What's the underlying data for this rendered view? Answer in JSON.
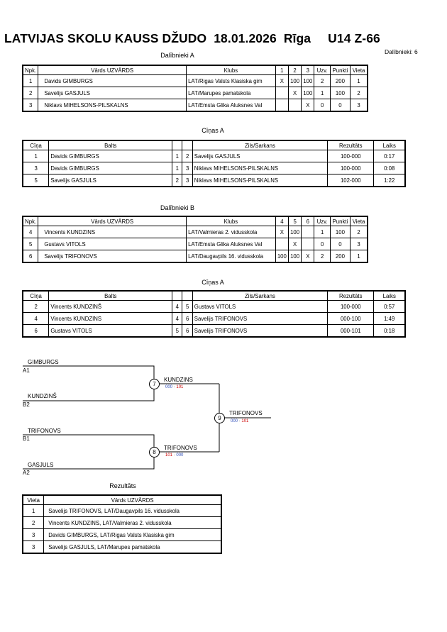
{
  "header": {
    "event": "LATVIJAS SKOLU KAUSS DŽUDO",
    "date": "18.01.2026",
    "city": "Rīga",
    "category": "U14 Z-66",
    "participants_count": "Dalībnieki: 6"
  },
  "pool_a": {
    "caption": "Dalībnieki A",
    "headers": [
      "Npk.",
      "Vārds UZVĀRDS",
      "Klubs",
      "1",
      "2",
      "3",
      "Uzv.",
      "Punkti",
      "Vieta"
    ],
    "rows": [
      [
        "1",
        "Davids GIMBURGS",
        "LAT/Rigas Valsts Klasiska gim",
        "",
        "X",
        "100",
        "100",
        "2",
        "200",
        "1"
      ],
      [
        "2",
        "Savelijs GASJULS",
        "LAT/Marupes pamatskola",
        "",
        "",
        "X",
        "100",
        "1",
        "100",
        "2"
      ],
      [
        "3",
        "Niklavs MIHELSONS-PILSKALNS",
        "LAT/Emsta Glika Aluksnes Val",
        "",
        "",
        "",
        "X",
        "0",
        "0",
        "3"
      ]
    ]
  },
  "fights_a": {
    "caption": "Cīņas A",
    "headers": [
      "Cīņa",
      "Balts",
      "",
      "",
      "Zils/Sarkans",
      "Rezultāts",
      "Laiks"
    ],
    "rows": [
      [
        "1",
        "Davids GIMBURGS",
        "1",
        "2",
        "Savelijs GASJULS",
        "100-000",
        "0:17"
      ],
      [
        "3",
        "Davids GIMBURGS",
        "1",
        "3",
        "Niklavs MIHELSONS-PILSKALNS",
        "100-000",
        "0:08"
      ],
      [
        "5",
        "Savelijs GASJULS",
        "2",
        "3",
        "Niklavs MIHELSONS-PILSKALNS",
        "102-000",
        "1:22"
      ]
    ]
  },
  "pool_b": {
    "caption": "Dalībnieki B",
    "headers": [
      "Npk.",
      "Vārds UZVĀRDS",
      "Klubs",
      "4",
      "5",
      "6",
      "Uzv.",
      "Punkti",
      "Vieta"
    ],
    "rows": [
      [
        "4",
        "Vincents KUNDZINS",
        "LAT/Valmieras 2. vidusskola",
        "X",
        "100",
        "",
        "1",
        "100",
        "2"
      ],
      [
        "5",
        "Gustavs VITOLS",
        "LAT/Emsta Glika Aluksnes Val",
        "",
        "X",
        "",
        "0",
        "0",
        "3"
      ],
      [
        "6",
        "Savelijs TRIFONOVS",
        "LAT/Daugavpils 16. vidusskola",
        "100",
        "100",
        "X",
        "2",
        "200",
        "1"
      ]
    ]
  },
  "fights_b": {
    "caption": "Cīņas A",
    "headers": [
      "Cīņa",
      "Balts",
      "",
      "",
      "Zils/Sarkans",
      "Rezultāts",
      "Laiks"
    ],
    "rows": [
      [
        "2",
        "Vincents KUNDZINŠ",
        "4",
        "5",
        "Gustavs VITOLS",
        "100-000",
        "0:57"
      ],
      [
        "4",
        "Vincents KUNDZINS",
        "4",
        "6",
        "Savelijs TRIFONOVS",
        "000-100",
        "1:49"
      ],
      [
        "6",
        "Gustavs VITOLS",
        "5",
        "6",
        "Savelijs TRIFONOVS",
        "000-101",
        "0:18"
      ]
    ]
  },
  "bracket": {
    "sf1_top": {
      "name": "GIMBURGS",
      "seed": "A1"
    },
    "sf1_bottom": {
      "name": "KUNDZINŠ",
      "seed": "B2"
    },
    "sf2_top": {
      "name": "TRIFONOVS",
      "seed": "B1"
    },
    "sf2_bottom": {
      "name": "GASJULS",
      "seed": "A2"
    },
    "m7": {
      "num": "7",
      "winner": "KUNDZINS",
      "score_left": "000",
      "score_right": "101"
    },
    "m8": {
      "num": "8",
      "winner": "TRIFONOVS",
      "score_left": "101",
      "score_right": "000"
    },
    "m9": {
      "num": "9",
      "winner": "TRIFONOVS",
      "score_left": "000",
      "score_right": "101"
    }
  },
  "results": {
    "caption": "Rezultāts",
    "headers": [
      "Vieta",
      "Vārds UZVĀRDS"
    ],
    "rows": [
      [
        "1",
        "Savelijs TRIFONOVS, LAT/Daugavpils 16. vidusskola"
      ],
      [
        "2",
        "Vincents KUNDZINS, LAT/Valmieras 2. vidusskola"
      ],
      [
        "3",
        "Davids GIMBURGS, LAT/Rigas Valsts Klasiska gim"
      ],
      [
        "3",
        "Savelijs GASJULS, LAT/Marupes pamatskola"
      ]
    ]
  }
}
